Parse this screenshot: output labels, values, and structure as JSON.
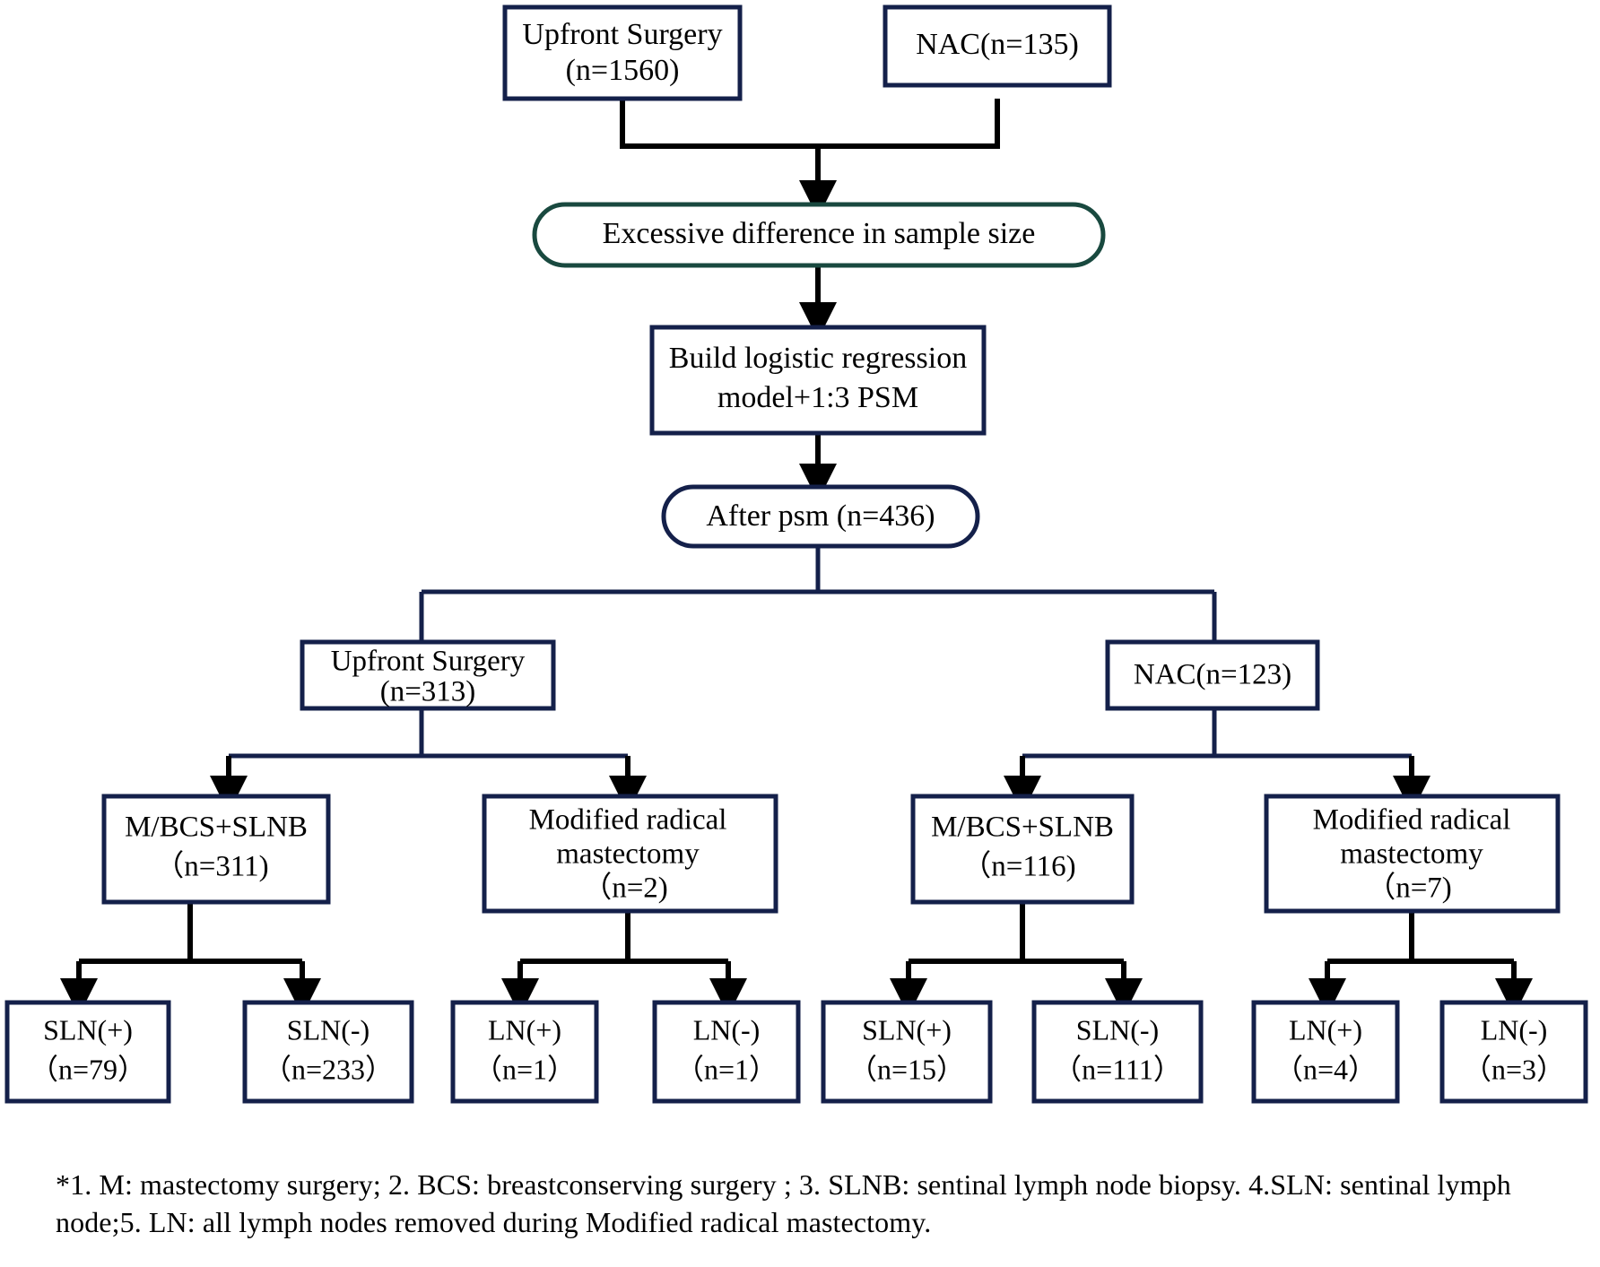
{
  "chart_data": {
    "type": "diagram",
    "title": "Patient selection / PSM flow diagram",
    "subtype": "flowchart",
    "nodes": [
      {
        "id": "upfront_all",
        "label_lines": [
          "Upfront Surgery",
          "(n=1560)"
        ],
        "shape": "rect",
        "border": "navy",
        "n": 1560
      },
      {
        "id": "nac_all",
        "label_lines": [
          "NAC(n=135)"
        ],
        "shape": "rect",
        "border": "navy",
        "n": 135
      },
      {
        "id": "excess",
        "label_lines": [
          "Excessive difference in sample size"
        ],
        "shape": "pill",
        "border": "green"
      },
      {
        "id": "model",
        "label_lines": [
          "Build logistic regression",
          "model+1:3 PSM"
        ],
        "shape": "rect",
        "border": "navy"
      },
      {
        "id": "after_psm",
        "label_lines": [
          "After psm (n=436)"
        ],
        "shape": "pill",
        "border": "navy",
        "n": 436
      },
      {
        "id": "upfront_psm",
        "label_lines": [
          "Upfront Surgery",
          "(n=313)"
        ],
        "shape": "rect",
        "border": "navy",
        "n": 313
      },
      {
        "id": "nac_psm",
        "label_lines": [
          "NAC(n=123)"
        ],
        "shape": "rect",
        "border": "navy",
        "n": 123
      },
      {
        "id": "us_slnb",
        "label_lines": [
          "M/BCS+SLNB",
          "（n=311)"
        ],
        "shape": "rect",
        "border": "navy",
        "n": 311
      },
      {
        "id": "us_mrm",
        "label_lines": [
          "Modified radical",
          "mastectomy",
          "（n=2)"
        ],
        "shape": "rect",
        "border": "navy",
        "n": 2
      },
      {
        "id": "nac_slnb",
        "label_lines": [
          "M/BCS+SLNB",
          "（n=116)"
        ],
        "shape": "rect",
        "border": "navy",
        "n": 116
      },
      {
        "id": "nac_mrm",
        "label_lines": [
          "Modified radical",
          "mastectomy",
          "（n=7)"
        ],
        "shape": "rect",
        "border": "navy",
        "n": 7
      },
      {
        "id": "us_sln_pos",
        "label_lines": [
          "SLN(+)",
          "（n=79）"
        ],
        "shape": "rect",
        "border": "navy",
        "n": 79
      },
      {
        "id": "us_sln_neg",
        "label_lines": [
          "SLN(-)",
          "（n=233）"
        ],
        "shape": "rect",
        "border": "navy",
        "n": 233
      },
      {
        "id": "us_ln_pos",
        "label_lines": [
          "LN(+)",
          "（n=1）"
        ],
        "shape": "rect",
        "border": "navy",
        "n": 1
      },
      {
        "id": "us_ln_neg",
        "label_lines": [
          "LN(-)",
          "（n=1）"
        ],
        "shape": "rect",
        "border": "navy",
        "n": 1
      },
      {
        "id": "nac_sln_pos",
        "label_lines": [
          "SLN(+)",
          "（n=15）"
        ],
        "shape": "rect",
        "border": "navy",
        "n": 15
      },
      {
        "id": "nac_sln_neg",
        "label_lines": [
          "SLN(-)",
          "（n=111）"
        ],
        "shape": "rect",
        "border": "navy",
        "n": 111
      },
      {
        "id": "nac_ln_pos",
        "label_lines": [
          "LN(+)",
          "（n=4）"
        ],
        "shape": "rect",
        "border": "navy",
        "n": 4
      },
      {
        "id": "nac_ln_neg",
        "label_lines": [
          "LN(-)",
          "（n=3）"
        ],
        "shape": "rect",
        "border": "navy",
        "n": 3
      }
    ],
    "edges": [
      {
        "from": "upfront_all",
        "to": "excess"
      },
      {
        "from": "nac_all",
        "to": "excess"
      },
      {
        "from": "excess",
        "to": "model"
      },
      {
        "from": "model",
        "to": "after_psm"
      },
      {
        "from": "after_psm",
        "to": "upfront_psm"
      },
      {
        "from": "after_psm",
        "to": "nac_psm"
      },
      {
        "from": "upfront_psm",
        "to": "us_slnb"
      },
      {
        "from": "upfront_psm",
        "to": "us_mrm"
      },
      {
        "from": "nac_psm",
        "to": "nac_slnb"
      },
      {
        "from": "nac_psm",
        "to": "nac_mrm"
      },
      {
        "from": "us_slnb",
        "to": "us_sln_pos"
      },
      {
        "from": "us_slnb",
        "to": "us_sln_neg"
      },
      {
        "from": "us_mrm",
        "to": "us_ln_pos"
      },
      {
        "from": "us_mrm",
        "to": "us_ln_neg"
      },
      {
        "from": "nac_slnb",
        "to": "nac_sln_pos"
      },
      {
        "from": "nac_slnb",
        "to": "nac_sln_neg"
      },
      {
        "from": "nac_mrm",
        "to": "nac_ln_pos"
      },
      {
        "from": "nac_mrm",
        "to": "nac_ln_neg"
      }
    ],
    "colors": {
      "navy_border": "#14204a",
      "green_border": "#19493f",
      "arrow": "#000000",
      "background": "#ffffff",
      "text": "#000000"
    }
  },
  "nodes": {
    "upfront_all_l1": "Upfront Surgery",
    "upfront_all_l2": "(n=1560)",
    "nac_all_l1": "NAC(n=135)",
    "excess_l1": "Excessive difference in sample size",
    "model_l1": "Build logistic regression",
    "model_l2": "model+1:3 PSM",
    "after_psm_l1": "After psm (n=436)",
    "upfront_psm_l1": "Upfront Surgery",
    "upfront_psm_l2": "(n=313)",
    "nac_psm_l1": "NAC(n=123)",
    "us_slnb_l1": "M/BCS+SLNB",
    "us_slnb_l2": "（n=311)",
    "us_mrm_l1": "Modified radical",
    "us_mrm_l2": "mastectomy",
    "us_mrm_l3": "（n=2)",
    "nac_slnb_l1": "M/BCS+SLNB",
    "nac_slnb_l2": "（n=116)",
    "nac_mrm_l1": "Modified radical",
    "nac_mrm_l2": "mastectomy",
    "nac_mrm_l3": "（n=7)",
    "us_sln_pos_l1": "SLN(+)",
    "us_sln_pos_l2": "（n=79）",
    "us_sln_neg_l1": "SLN(-)",
    "us_sln_neg_l2": "（n=233）",
    "us_ln_pos_l1": "LN(+)",
    "us_ln_pos_l2": "（n=1）",
    "us_ln_neg_l1": "LN(-)",
    "us_ln_neg_l2": "（n=1）",
    "nac_sln_pos_l1": "SLN(+)",
    "nac_sln_pos_l2": "（n=15）",
    "nac_sln_neg_l1": "SLN(-)",
    "nac_sln_neg_l2": "（n=111）",
    "nac_ln_pos_l1": "LN(+)",
    "nac_ln_pos_l2": "（n=4）",
    "nac_ln_neg_l1": "LN(-)",
    "nac_ln_neg_l2": "（n=3）"
  },
  "footnote": {
    "line1": "*1. M: mastectomy surgery; 2. BCS: breastconserving surgery ; 3. SLNB: sentinal lymph node biopsy. 4.SLN: sentinal lymph",
    "line2": "node;5. LN: all lymph nodes removed during Modified radical mastectomy."
  }
}
